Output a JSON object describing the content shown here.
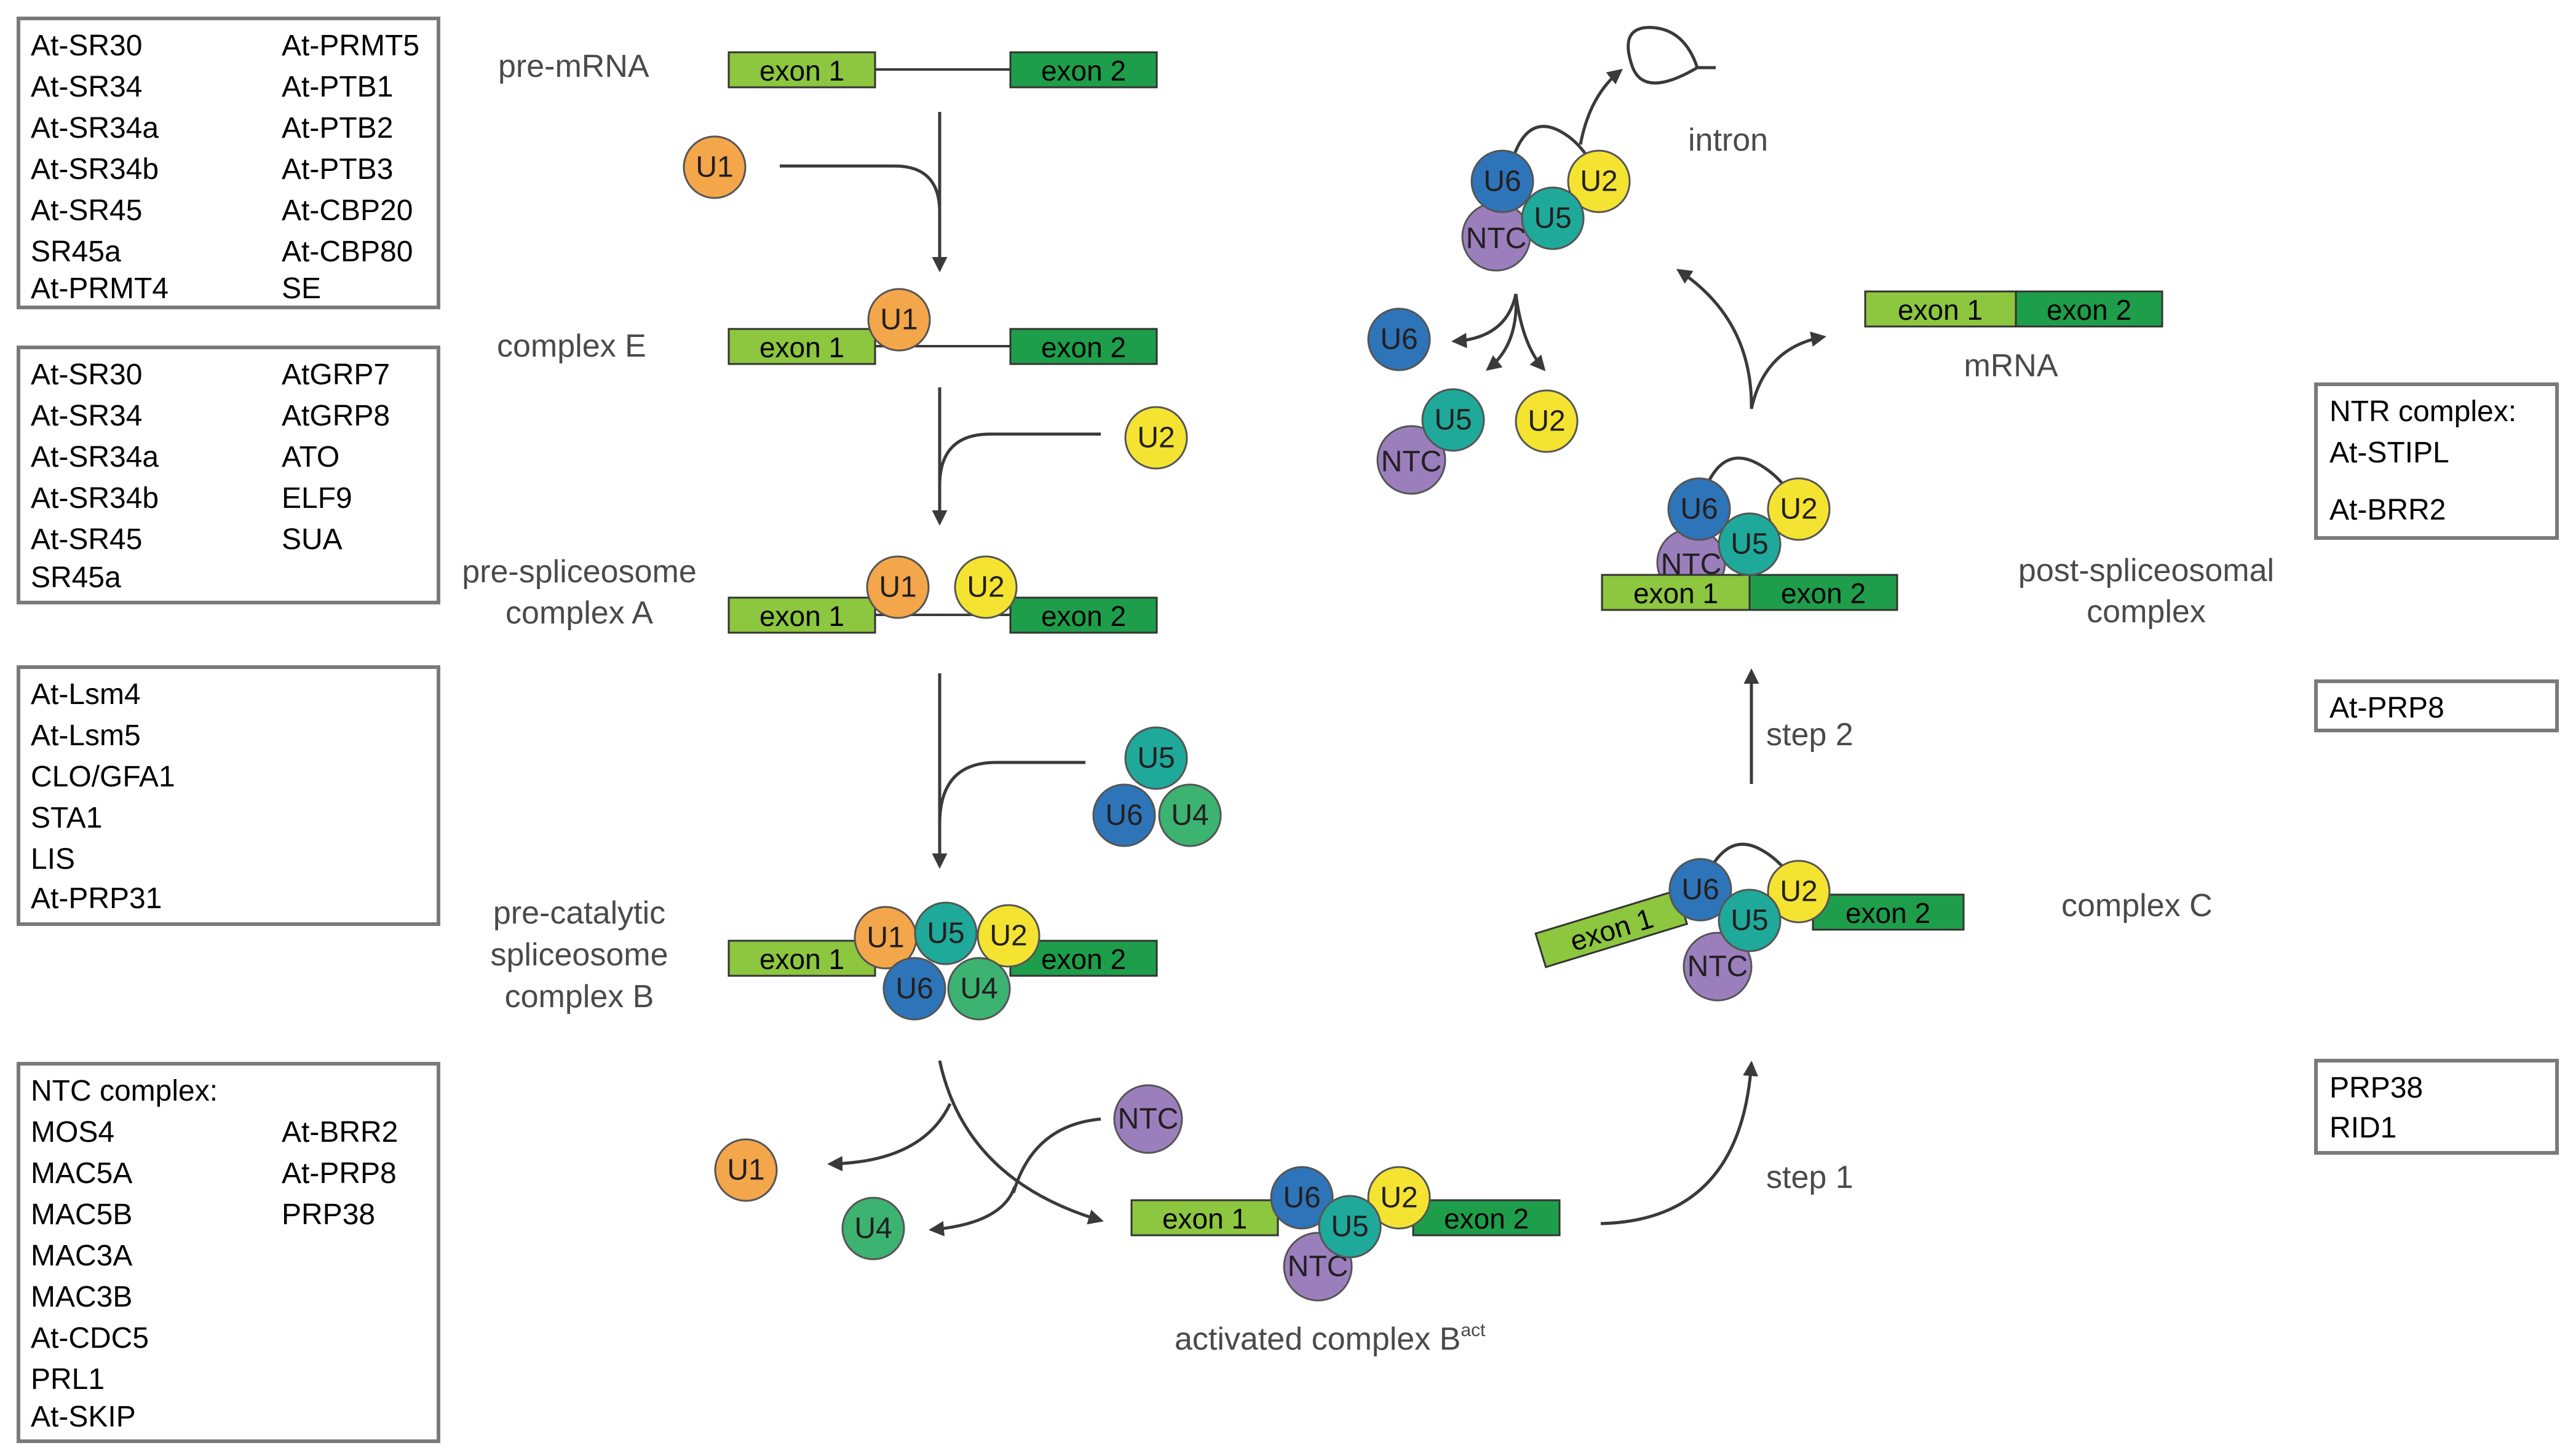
{
  "colors": {
    "U1": "#f4a64a",
    "U2": "#f4e431",
    "U4": "#3cb371",
    "U5": "#1fa99a",
    "U6": "#2e74b8",
    "NTC": "#9b7fbd",
    "exon1": "#8dc63f",
    "exon2": "#1e9e4a",
    "arrow": "#3a3a3a",
    "box_border": "#7a7a7a"
  },
  "labels": {
    "exon1": "exon 1",
    "exon2": "exon 2",
    "U1": "U1",
    "U2": "U2",
    "U4": "U4",
    "U5": "U5",
    "U6": "U6",
    "NTC": "NTC"
  },
  "stages": {
    "pre_mrna": "pre-mRNA",
    "complex_e": "complex E",
    "complex_a_line1": "pre-spliceosome",
    "complex_a_line2": "complex A",
    "complex_b_line1": "pre-catalytic",
    "complex_b_line2": "spliceosome",
    "complex_b_line3": "complex B",
    "bact_main": "activated complex B",
    "bact_sup": "act",
    "step1": "step 1",
    "complex_c": "complex C",
    "step2": "step 2",
    "post_line1": "post-spliceosomal",
    "post_line2": "complex",
    "mrna": "mRNA",
    "intron": "intron"
  },
  "left_boxes": [
    {
      "col1": [
        "At-SR30",
        "At-SR34",
        "At-SR34a",
        "At-SR34b",
        "At-SR45",
        "SR45a",
        "At-PRMT4"
      ],
      "col2": [
        "At-PRMT5",
        "At-PTB1",
        "At-PTB2",
        "At-PTB3",
        "At-CBP20",
        "At-CBP80",
        "SE"
      ]
    },
    {
      "col1": [
        "At-SR30",
        "At-SR34",
        "At-SR34a",
        "At-SR34b",
        "At-SR45",
        "SR45a"
      ],
      "col2": [
        "AtGRP7",
        "AtGRP8",
        "ATO",
        "ELF9",
        "SUA"
      ]
    },
    {
      "col1": [
        "At-Lsm4",
        "At-Lsm5",
        "CLO/GFA1",
        "STA1",
        "LIS",
        "At-PRP31"
      ],
      "col2": []
    },
    {
      "header": "NTC complex:",
      "col1": [
        "MOS4",
        "MAC5A",
        "MAC5B",
        "MAC3A",
        "MAC3B",
        "At-CDC5",
        "PRL1",
        "At-SKIP"
      ],
      "col2": [
        "At-BRR2",
        "At-PRP8",
        "PRP38"
      ]
    }
  ],
  "right_boxes": [
    {
      "lines": [
        "NTR complex:",
        "At-STIPL",
        "At-BRR2"
      ]
    },
    {
      "lines": [
        "At-PRP8"
      ]
    },
    {
      "lines": [
        "PRP38",
        "RID1"
      ]
    }
  ]
}
